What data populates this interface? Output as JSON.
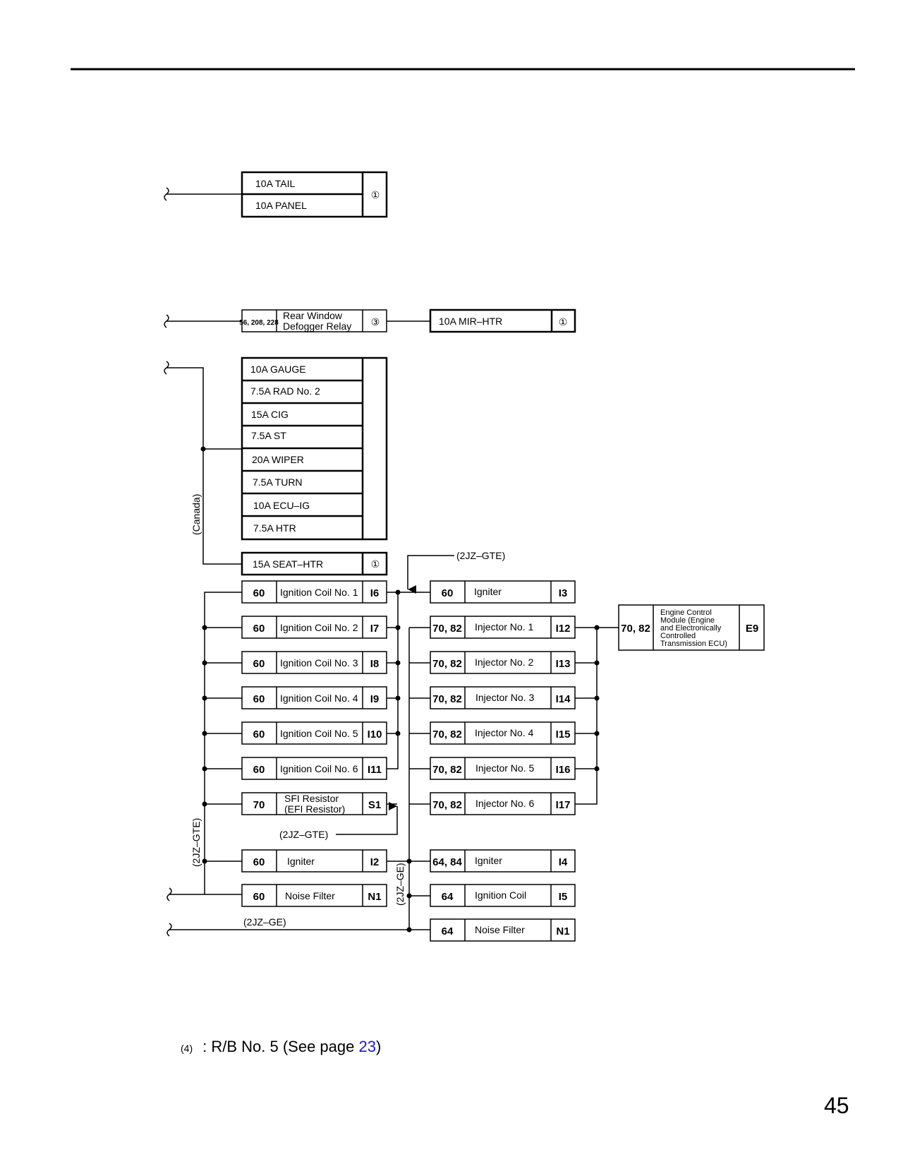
{
  "tail_group": {
    "fuses": [
      "10A TAIL",
      "10A PANEL"
    ],
    "location": "①"
  },
  "defogger": {
    "codes": "56, 208, 228",
    "relay_line1": "Rear Window",
    "relay_line2": "Defogger Relay",
    "relay_location": "③",
    "fuse": "10A MIR–HTR",
    "fuse_location": "①"
  },
  "ig_group": {
    "fuses": [
      "10A GAUGE",
      "7.5A RAD No. 2",
      "15A CIG",
      "7.5A ST",
      "20A WIPER",
      "7.5A TURN",
      "10A ECU–IG",
      "7.5A HTR"
    ]
  },
  "seat_htr": {
    "fuse": "15A SEAT–HTR",
    "location": "①",
    "label": "(Canada)"
  },
  "left_components": [
    {
      "page": "60",
      "name": "Ignition Coil No. 1",
      "code": "I6"
    },
    {
      "page": "60",
      "name": "Ignition Coil No. 2",
      "code": "I7"
    },
    {
      "page": "60",
      "name": "Ignition Coil No. 3",
      "code": "I8"
    },
    {
      "page": "60",
      "name": "Ignition Coil No. 4",
      "code": "I9"
    },
    {
      "page": "60",
      "name": "Ignition Coil No. 5",
      "code": "I10"
    },
    {
      "page": "60",
      "name": "Ignition Coil No. 6",
      "code": "I11"
    },
    {
      "page": "70",
      "name_line1": "SFI Resistor",
      "name_line2": "(EFI Resistor)",
      "code": "S1"
    },
    {
      "page": "60",
      "name": "Igniter",
      "code": "I2"
    },
    {
      "page": "60",
      "name": "Noise Filter",
      "code": "N1"
    }
  ],
  "right_components": [
    {
      "page": "60",
      "name": "Igniter",
      "code": "I3"
    },
    {
      "page": "70, 82",
      "name": "Injector No. 1",
      "code": "I12"
    },
    {
      "page": "70, 82",
      "name": "Injector No. 2",
      "code": "I13"
    },
    {
      "page": "70, 82",
      "name": "Injector No. 3",
      "code": "I14"
    },
    {
      "page": "70, 82",
      "name": "Injector No. 4",
      "code": "I15"
    },
    {
      "page": "70, 82",
      "name": "Injector No. 5",
      "code": "I16"
    },
    {
      "page": "70, 82",
      "name": "Injector No. 6",
      "code": "I17"
    },
    {
      "page": "64, 84",
      "name": "Igniter",
      "code": "I4"
    },
    {
      "page": "64",
      "name": "Ignition Coil",
      "code": "I5"
    },
    {
      "page": "64",
      "name": "Noise Filter",
      "code": "N1"
    }
  ],
  "ecm": {
    "page": "70, 82",
    "lines": [
      "Engine Control",
      "Module (Engine",
      "and Electronically",
      "Controlled",
      "Transmission ECU)"
    ],
    "code": "E9"
  },
  "labels": {
    "gte_top": "(2JZ–GTE)",
    "gte_mid": "(2JZ–GTE)",
    "gte_vertical": "(2JZ–GTE)",
    "ge_vertical": "(2JZ–GE)",
    "ge_bottom": "(2JZ–GE)"
  },
  "footnote": {
    "number": "(4)",
    "text": ": R/B No. 5 (See page ",
    "page": "23",
    "close": ")"
  },
  "page_number": "45"
}
